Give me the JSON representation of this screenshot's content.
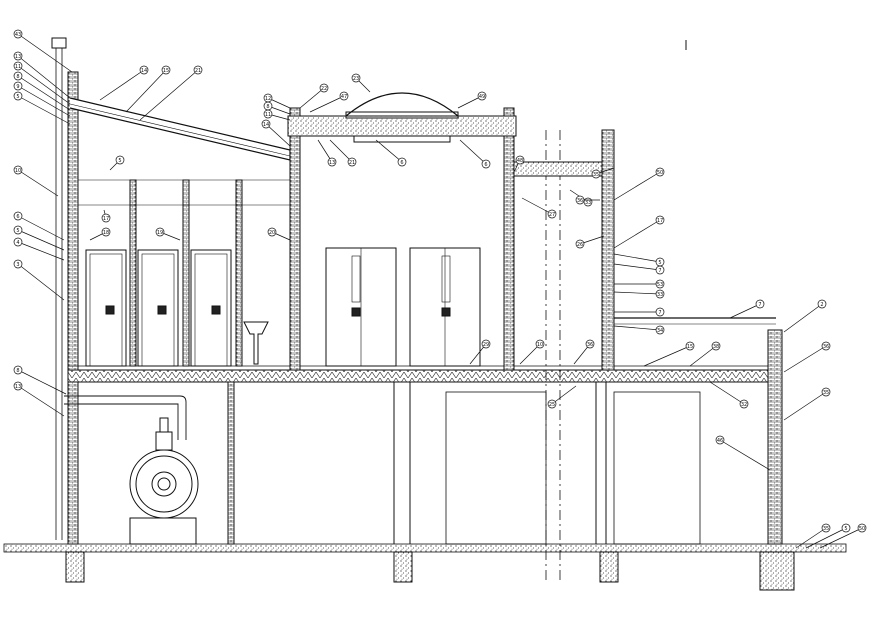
{
  "drawing": {
    "stroke_color": "#111111",
    "hatch_color": "#333333",
    "background": "#ffffff",
    "callouts": [
      {
        "id": "c-l01",
        "n": "43"
      },
      {
        "id": "c-l02",
        "n": "13"
      },
      {
        "id": "c-l03",
        "n": "11"
      },
      {
        "id": "c-l04",
        "n": "8"
      },
      {
        "id": "c-l05",
        "n": "9"
      },
      {
        "id": "c-l06",
        "n": "5"
      },
      {
        "id": "c-l07",
        "n": "10"
      },
      {
        "id": "c-l08",
        "n": "6"
      },
      {
        "id": "c-l09",
        "n": "5"
      },
      {
        "id": "c-l10",
        "n": "4"
      },
      {
        "id": "c-l11",
        "n": "3"
      },
      {
        "id": "c-l12",
        "n": "8"
      },
      {
        "id": "c-l13",
        "n": "13"
      },
      {
        "id": "c-t01",
        "n": "14"
      },
      {
        "id": "c-t02",
        "n": "15"
      },
      {
        "id": "c-t03",
        "n": "21"
      },
      {
        "id": "c-t04",
        "n": "5"
      },
      {
        "id": "c-t05",
        "n": "17"
      },
      {
        "id": "c-t06",
        "n": "18"
      },
      {
        "id": "c-t07",
        "n": "19"
      },
      {
        "id": "c-t08",
        "n": "20"
      },
      {
        "id": "c-t09",
        "n": "12"
      },
      {
        "id": "c-t10",
        "n": "8"
      },
      {
        "id": "c-t11",
        "n": "11"
      },
      {
        "id": "c-t12",
        "n": "14"
      },
      {
        "id": "c-t13",
        "n": "22"
      },
      {
        "id": "c-t14",
        "n": "47"
      },
      {
        "id": "c-t15",
        "n": "23"
      },
      {
        "id": "c-t16",
        "n": "13"
      },
      {
        "id": "c-t17",
        "n": "21"
      },
      {
        "id": "c-t18",
        "n": "6"
      },
      {
        "id": "c-t19",
        "n": "6"
      },
      {
        "id": "c-m01",
        "n": "49"
      },
      {
        "id": "c-m02",
        "n": "29"
      },
      {
        "id": "c-m03",
        "n": "10"
      },
      {
        "id": "c-m04",
        "n": "27"
      },
      {
        "id": "c-m05",
        "n": "36"
      },
      {
        "id": "c-m06",
        "n": "25"
      },
      {
        "id": "c-m07",
        "n": "33"
      },
      {
        "id": "c-m08",
        "n": "26"
      },
      {
        "id": "c-m09",
        "n": "15"
      },
      {
        "id": "c-r01",
        "n": "50"
      },
      {
        "id": "c-r02",
        "n": "17"
      },
      {
        "id": "c-r03",
        "n": "5"
      },
      {
        "id": "c-r04",
        "n": "7"
      },
      {
        "id": "c-r05",
        "n": "53"
      },
      {
        "id": "c-r06",
        "n": "33"
      },
      {
        "id": "c-r07",
        "n": "7"
      },
      {
        "id": "c-r08",
        "n": "34"
      },
      {
        "id": "c-r09",
        "n": "7"
      },
      {
        "id": "c-r10",
        "n": "2"
      },
      {
        "id": "c-r11",
        "n": "38"
      },
      {
        "id": "c-r12",
        "n": "32"
      },
      {
        "id": "c-r13",
        "n": "36"
      },
      {
        "id": "c-r14",
        "n": "35"
      },
      {
        "id": "c-r15",
        "n": "46"
      },
      {
        "id": "c-r16",
        "n": "35"
      },
      {
        "id": "c-r17",
        "n": "5"
      },
      {
        "id": "c-r18",
        "n": "50"
      },
      {
        "id": "c-r19",
        "n": "48"
      },
      {
        "id": "c-r20",
        "n": "35"
      },
      {
        "id": "c-r21",
        "n": "36"
      }
    ]
  }
}
